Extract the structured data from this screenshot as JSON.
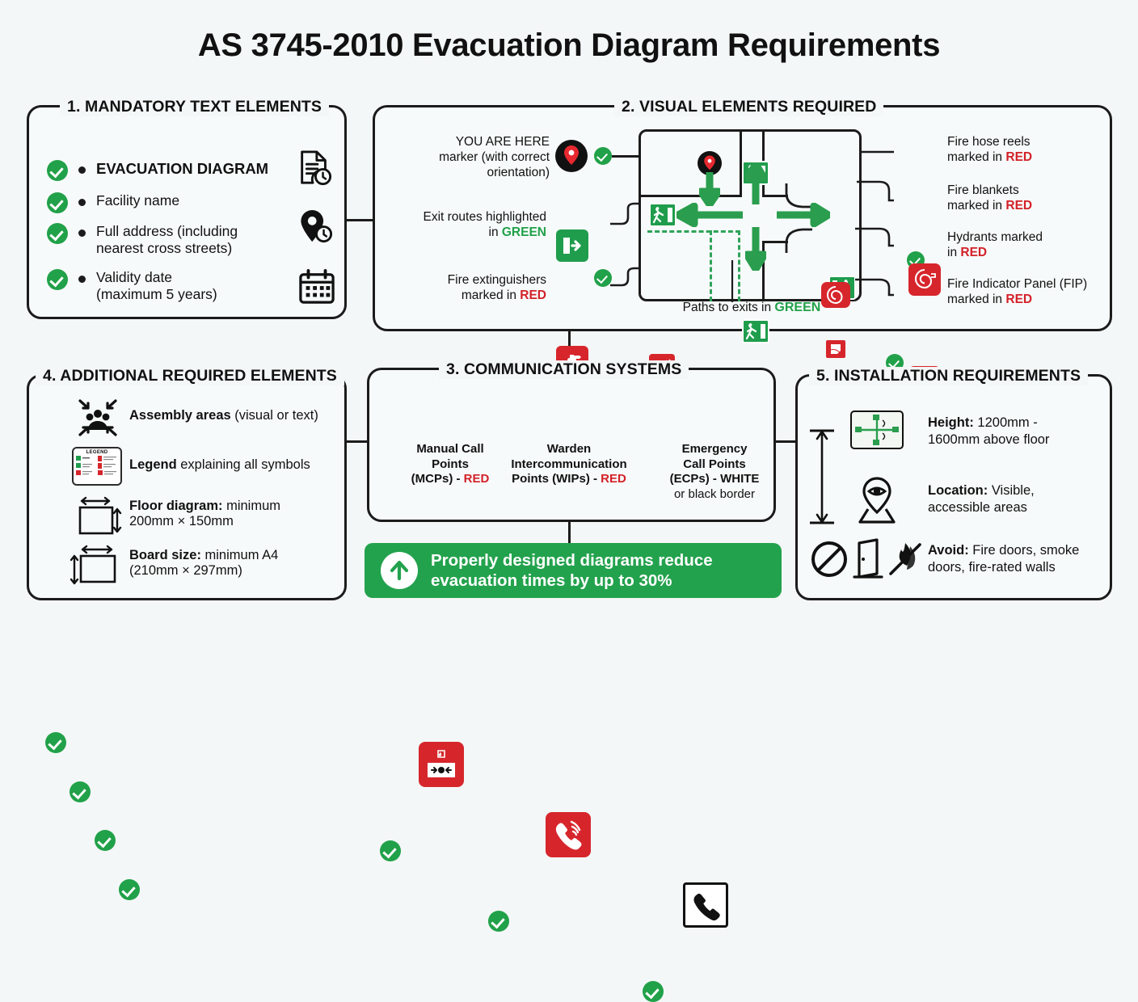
{
  "page": {
    "title": "AS 3745-2010 Evacuation Diagram Requirements",
    "bg": "#f4f7f7",
    "accent_green": "#21a149",
    "accent_red": "#d32128"
  },
  "section1": {
    "title": "1. MANDATORY TEXT ELEMENTS",
    "items": [
      {
        "text": "EVACUATION DIAGRAM",
        "bold": true
      },
      {
        "text": "Facility name",
        "bold": false
      },
      {
        "text": "Full address (including",
        "text2": "nearest cross streets)",
        "bold": false
      },
      {
        "text": "Validity date",
        "text2": "(maximum 5 years)",
        "bold": false
      }
    ],
    "icons": [
      "document-clock-icon",
      "location-clock-icon",
      "calendar-icon"
    ]
  },
  "section2": {
    "title": "2. VISUAL ELEMENTS REQUIRED",
    "left_items": [
      {
        "l1": "YOU ARE HERE",
        "l2": "marker (with correct",
        "l3": "orientation)",
        "icon": "you-are-here-pin-icon"
      },
      {
        "l1": "Exit routes highlighted",
        "l2": "in ",
        "l2_em": "GREEN",
        "em_color": "green",
        "icon": "exit-route-icon"
      },
      {
        "l1": "Fire extinguishers",
        "l2": "marked in ",
        "l2_em": "RED",
        "em_color": "red",
        "icon": "fire-extinguisher-icon"
      }
    ],
    "right_items": [
      {
        "l1": "Fire hose reels",
        "l2": "marked in ",
        "l2_em": "RED",
        "icon": "fire-hose-reel-icon"
      },
      {
        "l1": "Fire blankets",
        "l2": "marked in ",
        "l2_em": "RED",
        "icon": "fire-blanket-icon"
      },
      {
        "l1": "Hydrants marked",
        "l2": "in ",
        "l2_em": "RED",
        "icon": "hydrant-icon"
      },
      {
        "l1": "Fire Indicator Panel (FIP)",
        "l2": "marked in ",
        "l2_em": "RED",
        "icon": "fire-indicator-panel-icon"
      }
    ],
    "caption": "Paths to exits in ",
    "caption_em": "GREEN"
  },
  "section3": {
    "title": "3. COMMUNICATION SYSTEMS",
    "items": [
      {
        "l1": "Manual Call",
        "l2": "Points",
        "l3": "(MCPs) - ",
        "l3_em": "RED",
        "em_color": "red",
        "icon": "manual-call-point-icon"
      },
      {
        "l1": "Warden",
        "l2": "Intercommunication",
        "l3": "Points (WIPs) - ",
        "l3_em": "RED",
        "em_color": "red",
        "icon": "warden-intercom-icon"
      },
      {
        "l1": "Emergency",
        "l2": "Call Points",
        "l3": "(ECPs) - WHITE",
        "l4": "or black border",
        "icon": "emergency-call-point-icon"
      }
    ]
  },
  "banner": {
    "line1": "Properly designed diagrams reduce",
    "line2": "evacuation times by up to 30%",
    "icon": "up-arrow-icon",
    "color": "#23a24d"
  },
  "section4": {
    "title": "4. ADDITIONAL REQUIRED ELEMENTS",
    "items": [
      {
        "bold": "Assembly areas",
        "rest": " (visual or text)",
        "icon": "assembly-area-icon"
      },
      {
        "bold": "Legend",
        "rest": " explaining all symbols",
        "icon": "legend-icon",
        "legend_word": "LEGEND"
      },
      {
        "bold": "Floor diagram:",
        "rest": " minimum",
        "line2": "200mm × 150mm",
        "icon": "floor-diagram-size-icon"
      },
      {
        "bold": "Board size:",
        "rest": " minimum A4",
        "line2": "(210mm × 297mm)",
        "icon": "board-size-icon"
      }
    ]
  },
  "section5": {
    "title": "5. INSTALLATION REQUIREMENTS",
    "items": [
      {
        "bold": "Height:",
        "rest": " 1200mm -",
        "line2": "1600mm above floor",
        "icon": "diagram-board-icon"
      },
      {
        "bold": "Location:",
        "rest": " Visible,",
        "line2": "accessible areas",
        "icon": "eye-location-pin-icon"
      },
      {
        "bold": "Avoid:",
        "rest": " Fire doors, smoke",
        "line2": "doors, fire-rated walls",
        "icons": [
          "prohibition-icon",
          "door-icon",
          "no-fire-icon"
        ]
      }
    ],
    "height_arrow": "vertical-dimension-arrow"
  }
}
